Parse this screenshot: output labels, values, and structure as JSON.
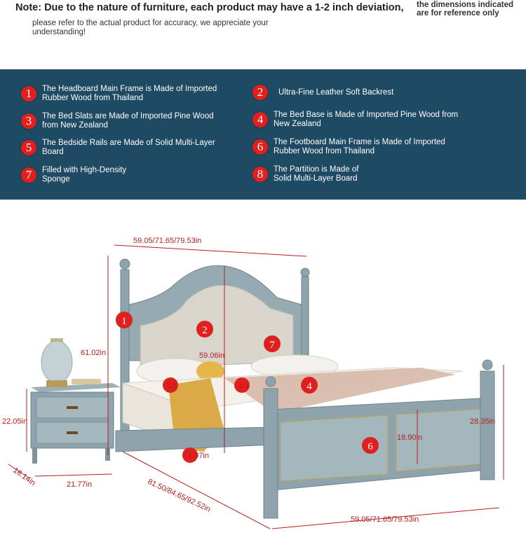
{
  "note": {
    "headline": "Note: Due to the nature of furniture, each product may have a 1-2 inch deviation,",
    "sub": "please refer to the actual product for accuracy, we appreciate your understanding!",
    "reference": "the dimensions indicated are for reference only"
  },
  "features": [
    {
      "num": "1",
      "text": "The Headboard Main Frame is Made of Imported Rubber Wood from Thailand"
    },
    {
      "num": "2",
      "text": "Ultra-Fine Leather Soft Backrest"
    },
    {
      "num": "3",
      "text": "The Bed Slats are Made of Imported Pine Wood from New Zealand"
    },
    {
      "num": "4",
      "text": "The Bed Base is Made of Imported Pine Wood from New Zealand"
    },
    {
      "num": "5",
      "text": "The Bedside Rails are Made of Solid Multi-Layer Board"
    },
    {
      "num": "6",
      "text": "The Footboard Main Frame is Made of Imported Rubber Wood from Thailand"
    },
    {
      "num": "7",
      "text": "Filled with High-Density Sponge"
    },
    {
      "num": "8",
      "text": "The Partition is Made of Solid Multi-Layer Board"
    }
  ],
  "dimensions": {
    "top_width": "59.05/71.65/79.53in",
    "headboard_height": "61.02in",
    "backrest_height": "59.06in",
    "nightstand_height": "22.05in",
    "nightstand_depth": "16.14in",
    "nightstand_width": "21.77in",
    "bed_length": "81.50/84.65/92.52in",
    "bottom_width": "59.05/71.65/79.53in",
    "footboard_post_height": "28.35in",
    "footboard_panel_height": "18.90in",
    "clearance": "1.97in",
    "slat_a": "3.1",
    "slat_b": "1.1"
  },
  "markers": {
    "m1": "1",
    "m2": "2",
    "m4": "4",
    "m6": "6",
    "m7": "7"
  },
  "colors": {
    "band": "#1e4a64",
    "marker": "#e01f1f",
    "dimension": "#b81c1c",
    "furniture": "#8ea3ab"
  }
}
